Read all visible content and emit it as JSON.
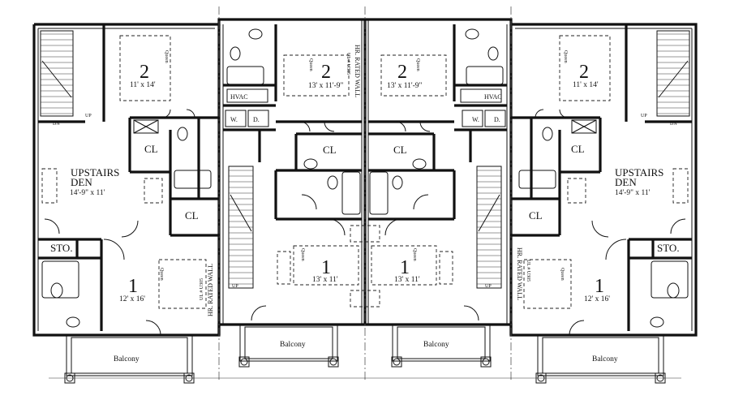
{
  "left_unit": {
    "bed2_num": "2",
    "bed2_dim": "11' x 14'",
    "bed2_bed": "Queen",
    "den_line1": "UPSTAIRS",
    "den_line2": "DEN",
    "den_dim": "14'-9\" x 11'",
    "closet_upper": "CL",
    "closet_lower": "CL",
    "storage": "STO.",
    "bed1_num": "1",
    "bed1_dim": "12' x 16'",
    "bed1_bed": "Queen",
    "wall_note": "HR. RATED WALL",
    "wall_code": "UL # U305",
    "balcony": "Balcony",
    "stair_dn": "DN",
    "stair_up": "UP"
  },
  "center_left_unit": {
    "bed2_num": "2",
    "bed2_dim": "13' x 11'-9\"",
    "bed2_bed": "Queen",
    "hvac": "HVAC",
    "washer": "W.",
    "dryer": "D.",
    "closet": "CL",
    "bed1_num": "1",
    "bed1_dim": "13' x 11'",
    "bed1_bed": "Queen",
    "wall_note": "HR. RATED WALL",
    "wall_code": "UL # U305",
    "balcony": "Balcony",
    "stair_up": "UP"
  },
  "center_right_unit": {
    "bed2_num": "2",
    "bed2_dim": "13' x 11'-9\"",
    "bed2_bed": "Queen",
    "hvac": "HVAC",
    "washer": "W.",
    "dryer": "D.",
    "closet": "CL",
    "bed1_num": "1",
    "bed1_dim": "13' x 11'",
    "bed1_bed": "Queen",
    "balcony": "Balcony",
    "stair_up": "UP"
  },
  "right_unit": {
    "bed2_num": "2",
    "bed2_dim": "11' x 14'",
    "bed2_bed": "Queen",
    "den_line1": "UPSTAIRS",
    "den_line2": "DEN",
    "den_dim": "14'-9\" x 11'",
    "closet_upper": "CL",
    "closet_lower": "CL",
    "storage": "STO.",
    "bed1_num": "1",
    "bed1_dim": "12' x 16'",
    "bed1_bed": "Queen",
    "wall_note": "HR. RATED WALL",
    "wall_code": "UL # U305",
    "balcony": "Balcony",
    "stair_dn": "DN",
    "stair_up": "UP"
  }
}
